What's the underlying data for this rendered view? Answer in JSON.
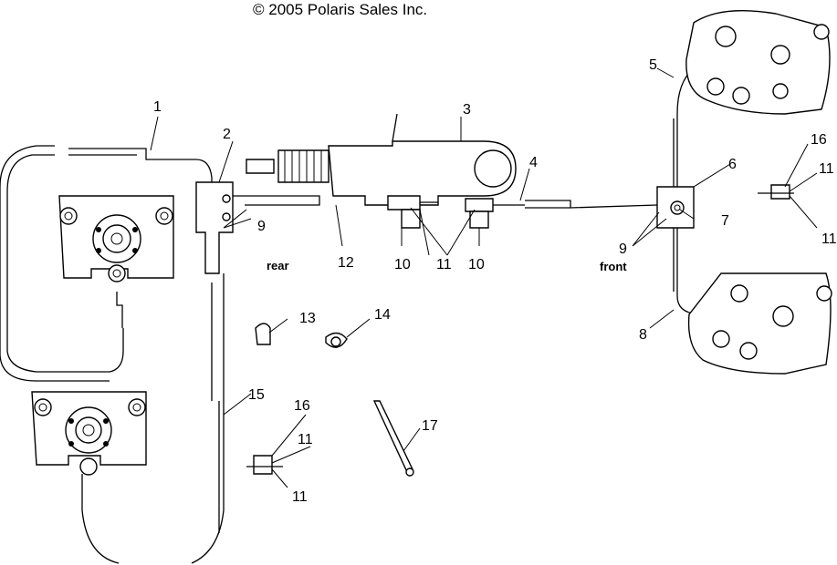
{
  "copyright": "© 2005 Polaris Sales Inc.",
  "words": {
    "rear": "rear",
    "front": "front"
  },
  "callouts": {
    "c1": "1",
    "c2": "2",
    "c3": "3",
    "c4": "4",
    "c5": "5",
    "c6": "6",
    "c7": "7",
    "c8": "8",
    "c9a": "9",
    "c9b": "9",
    "c10a": "10",
    "c10b": "10",
    "c11a": "11",
    "c11b": "11",
    "c11c": "11",
    "c11d": "11",
    "c11e": "11",
    "c12": "12",
    "c13": "13",
    "c14": "14",
    "c15": "15",
    "c16a": "16",
    "c16b": "16",
    "c17": "17"
  }
}
